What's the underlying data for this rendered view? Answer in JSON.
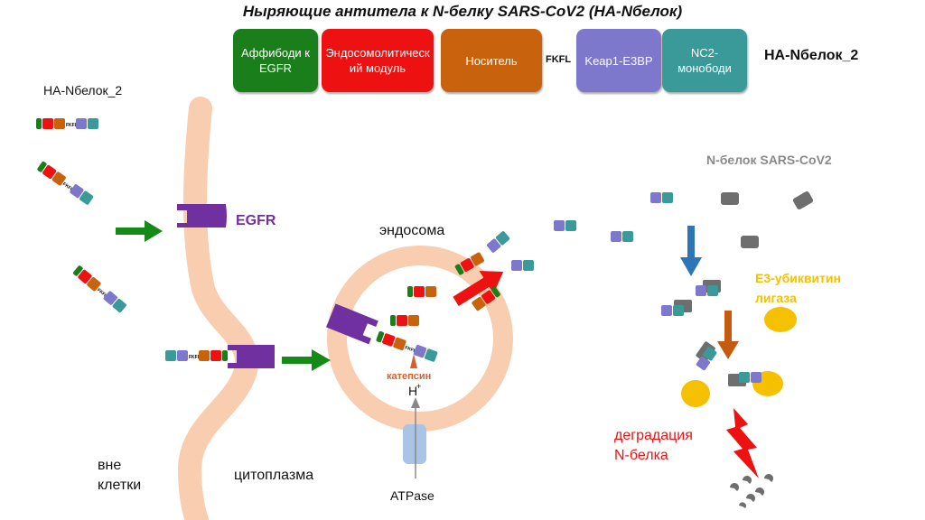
{
  "title": "Ныряющие антитела к N-белку SARS-CoV2 (HA-Nбелок)",
  "construct": {
    "domains": [
      {
        "label": "Аффибоди к EGFR",
        "color": "#1a7f1a"
      },
      {
        "label": "Эндосомолитический модуль",
        "color": "#ee1111"
      },
      {
        "label": "Носитель",
        "color": "#c8620c"
      },
      {
        "label": "Keap1-E3BP",
        "color": "#7e78cc"
      },
      {
        "label": "NC2-монободи",
        "color": "#3a9a9a"
      }
    ],
    "linker": "FKFL",
    "name": "HA-Nбелок_2"
  },
  "labels": {
    "construct_left": "HA-Nбелок_2",
    "egfr": "EGFR",
    "endosome": "эндосома",
    "cathepsin": "катепсин",
    "proton": "H",
    "proton_charge": "+",
    "atpase": "ATPase",
    "outside": "вне клетки",
    "cytoplasm": "цитоплазма",
    "n_protein": "N-белок SARS-CoV2",
    "e3_ligase": "E3-убиквитин лигаза",
    "degradation": "деградация N-белка",
    "fkfl_tag": "FKFL"
  },
  "colors": {
    "membrane": "#f8cdb0",
    "egfr": "#7030a0",
    "n_protein": "#6e6e6e",
    "e3": "#f5c000",
    "arrow_green": "#168a16",
    "arrow_blue": "#2e75b6",
    "arrow_orange": "#c55a11",
    "arrow_red": "#ee1111",
    "cathepsin": "#d86030",
    "atpase": "#a9c4e4"
  }
}
